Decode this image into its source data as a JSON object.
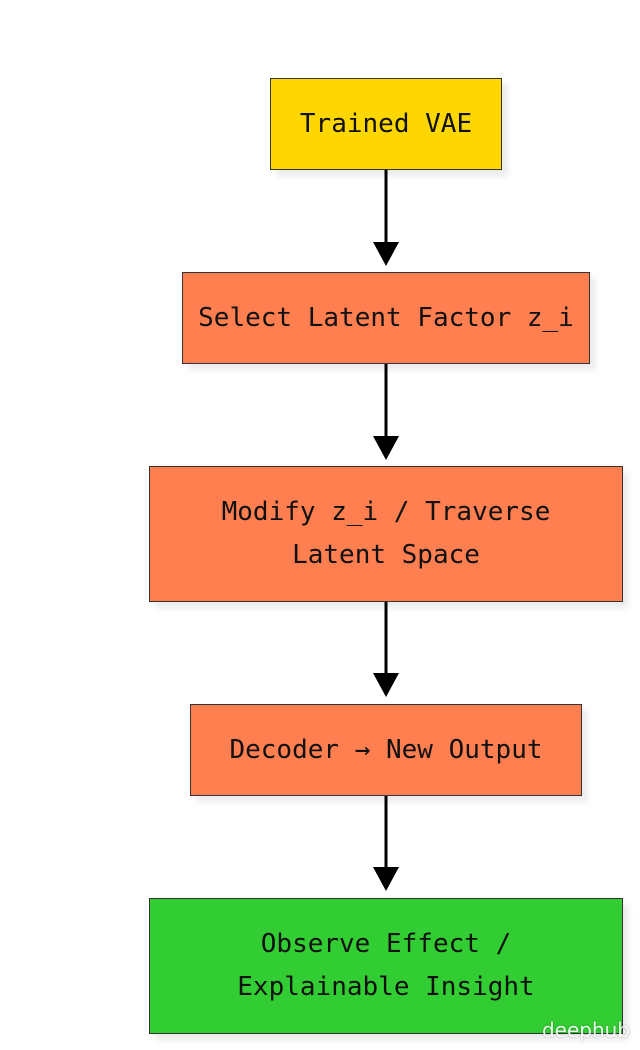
{
  "diagram": {
    "nodes": [
      {
        "id": "trained-vae",
        "label": "Trained VAE",
        "fill": "#FFD700"
      },
      {
        "id": "select-latent",
        "label": "Select Latent Factor z_i",
        "fill": "#FF7F50"
      },
      {
        "id": "modify-traverse",
        "label_line1": "Modify z_i / Traverse",
        "label_line2": "Latent Space",
        "fill": "#FF7F50"
      },
      {
        "id": "decoder",
        "label": "Decoder → New Output",
        "fill": "#FF7F50"
      },
      {
        "id": "observe-effect",
        "label_line1": "Observe Effect /",
        "label_line2": "Explainable Insight",
        "fill": "#32CD32"
      }
    ],
    "edges": [
      {
        "from": "trained-vae",
        "to": "select-latent"
      },
      {
        "from": "select-latent",
        "to": "modify-traverse"
      },
      {
        "from": "modify-traverse",
        "to": "decoder"
      },
      {
        "from": "decoder",
        "to": "observe-effect"
      }
    ]
  },
  "watermark": {
    "text": "deephub"
  }
}
